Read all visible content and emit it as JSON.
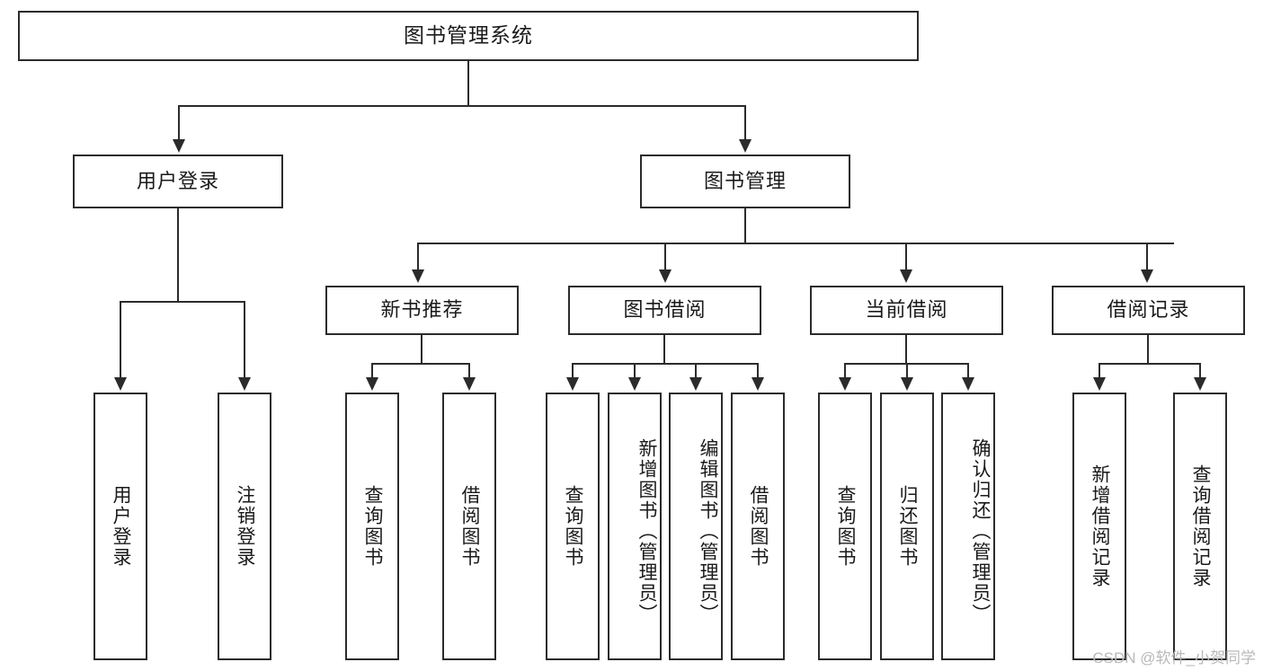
{
  "diagram": {
    "title": "图书管理系统",
    "type": "tree",
    "watermark": "CSDN @软件_小贺同学",
    "colors": {
      "stroke": "#2b2b2b",
      "fill": "#ffffff",
      "text": "#1a1a1a",
      "watermark": "#b9b9b9"
    },
    "levels": {
      "root": {
        "label": "图书管理系统"
      },
      "level1": [
        {
          "label": "用户登录"
        },
        {
          "label": "图书管理"
        }
      ],
      "level2": [
        {
          "label": "新书推荐"
        },
        {
          "label": "图书借阅"
        },
        {
          "label": "当前借阅"
        },
        {
          "label": "借阅记录"
        }
      ],
      "leaves_user_login": [
        {
          "label": "用户登录"
        },
        {
          "label": "注销登录"
        }
      ],
      "leaves_new_books": [
        {
          "label": "查询图书"
        },
        {
          "label": "借阅图书"
        }
      ],
      "leaves_borrow": [
        {
          "label": "查询图书"
        },
        {
          "label": "新增图书（管理员）"
        },
        {
          "label": "编辑图书（管理员）"
        },
        {
          "label": "借阅图书"
        }
      ],
      "leaves_current": [
        {
          "label": "查询图书"
        },
        {
          "label": "归还图书"
        },
        {
          "label": "确认归还（管理员）"
        }
      ],
      "leaves_records": [
        {
          "label": "新增借阅记录"
        },
        {
          "label": "查询借阅记录"
        }
      ]
    }
  }
}
